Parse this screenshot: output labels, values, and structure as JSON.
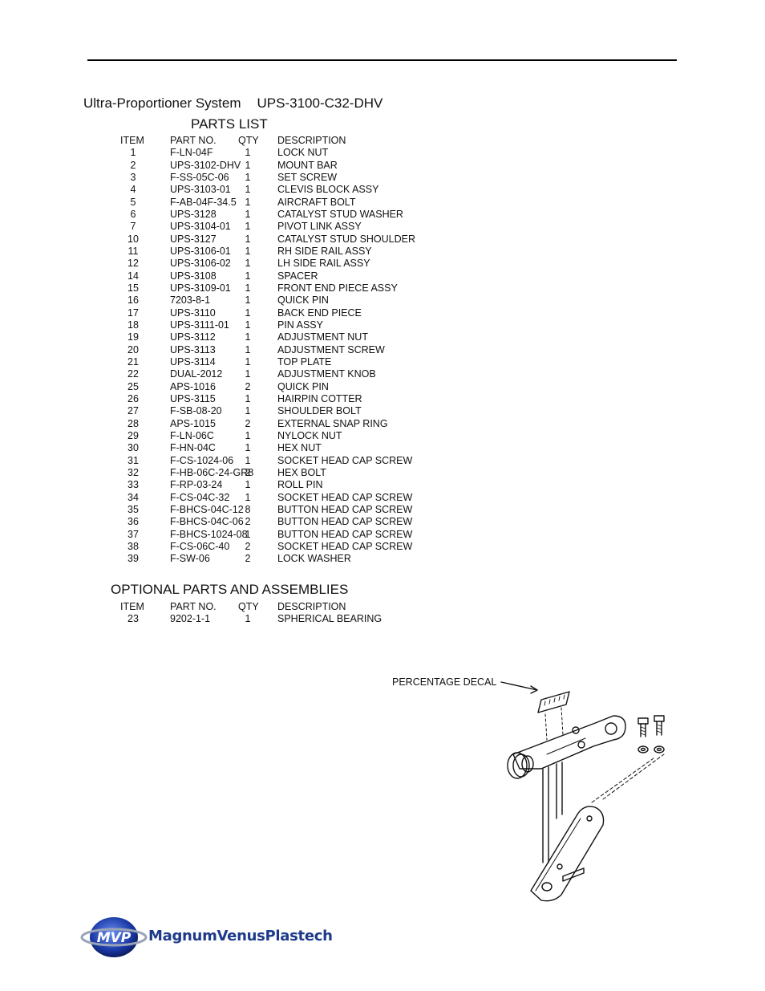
{
  "header": {
    "system_name": "Ultra-Proportioner System",
    "model": "UPS-3100-C32-DHV"
  },
  "parts_list": {
    "heading": "PARTS LIST",
    "columns": [
      "ITEM",
      "PART NO.",
      "QTY",
      "DESCRIPTION"
    ],
    "rows": [
      [
        "1",
        "F-LN-04F",
        "1",
        "LOCK NUT"
      ],
      [
        "2",
        "UPS-3102-DHV",
        "1",
        "MOUNT BAR"
      ],
      [
        "3",
        "F-SS-05C-06",
        "1",
        "SET SCREW"
      ],
      [
        "4",
        "UPS-3103-01",
        "1",
        "CLEVIS BLOCK ASSY"
      ],
      [
        "5",
        "F-AB-04F-34.5",
        "1",
        "AIRCRAFT BOLT"
      ],
      [
        "6",
        "UPS-3128",
        "1",
        "CATALYST STUD WASHER"
      ],
      [
        "7",
        "UPS-3104-01",
        "1",
        "PIVOT LINK ASSY"
      ],
      [
        "10",
        "UPS-3127",
        "1",
        "CATALYST STUD SHOULDER"
      ],
      [
        "11",
        "UPS-3106-01",
        "1",
        "RH SIDE RAIL ASSY"
      ],
      [
        "12",
        "UPS-3106-02",
        "1",
        "LH SIDE RAIL ASSY"
      ],
      [
        "14",
        "UPS-3108",
        "1",
        "SPACER"
      ],
      [
        "15",
        "UPS-3109-01",
        "1",
        "FRONT END PIECE ASSY"
      ],
      [
        "16",
        "7203-8-1",
        "1",
        "QUICK PIN"
      ],
      [
        "17",
        "UPS-3110",
        "1",
        "BACK END PIECE"
      ],
      [
        "18",
        "UPS-3111-01",
        "1",
        "PIN ASSY"
      ],
      [
        "19",
        "UPS-3112",
        "1",
        "ADJUSTMENT NUT"
      ],
      [
        "20",
        "UPS-3113",
        "1",
        "ADJUSTMENT SCREW"
      ],
      [
        "21",
        "UPS-3114",
        "1",
        "TOP PLATE"
      ],
      [
        "22",
        "DUAL-2012",
        "1",
        "ADJUSTMENT KNOB"
      ],
      [
        "25",
        "APS-1016",
        "2",
        "QUICK PIN"
      ],
      [
        "26",
        "UPS-3115",
        "1",
        "HAIRPIN COTTER"
      ],
      [
        "27",
        "F-SB-08-20",
        "1",
        "SHOULDER BOLT"
      ],
      [
        "28",
        "APS-1015",
        "2",
        "EXTERNAL SNAP RING"
      ],
      [
        "29",
        "F-LN-06C",
        "1",
        "NYLOCK NUT"
      ],
      [
        "30",
        "F-HN-04C",
        "1",
        "HEX NUT"
      ],
      [
        "31",
        "F-CS-1024-06",
        "1",
        "SOCKET HEAD CAP SCREW"
      ],
      [
        "32",
        "F-HB-06C-24-GR8",
        "2",
        "HEX BOLT"
      ],
      [
        "33",
        "F-RP-03-24",
        "1",
        "ROLL PIN"
      ],
      [
        "34",
        "F-CS-04C-32",
        "1",
        "SOCKET HEAD CAP SCREW"
      ],
      [
        "35",
        "F-BHCS-04C-12",
        "8",
        "BUTTON HEAD CAP SCREW"
      ],
      [
        "36",
        "F-BHCS-04C-06",
        "2",
        "BUTTON HEAD CAP SCREW"
      ],
      [
        "37",
        "F-BHCS-1024-08",
        "1",
        "BUTTON HEAD CAP SCREW"
      ],
      [
        "38",
        "F-CS-06C-40",
        "2",
        "SOCKET HEAD CAP SCREW"
      ],
      [
        "39",
        "F-SW-06",
        "2",
        "LOCK WASHER"
      ]
    ]
  },
  "optional_parts": {
    "heading": "OPTIONAL PARTS AND ASSEMBLIES",
    "columns": [
      "ITEM",
      "PART NO.",
      "QTY",
      "DESCRIPTION"
    ],
    "rows": [
      [
        "23",
        "9202-1-1",
        "1",
        "SPHERICAL BEARING"
      ]
    ]
  },
  "drawing": {
    "callout": "PERCENTAGE DECAL"
  },
  "footer": {
    "logo_text": "MVP",
    "brand": "MagnumVenusPlastech"
  }
}
